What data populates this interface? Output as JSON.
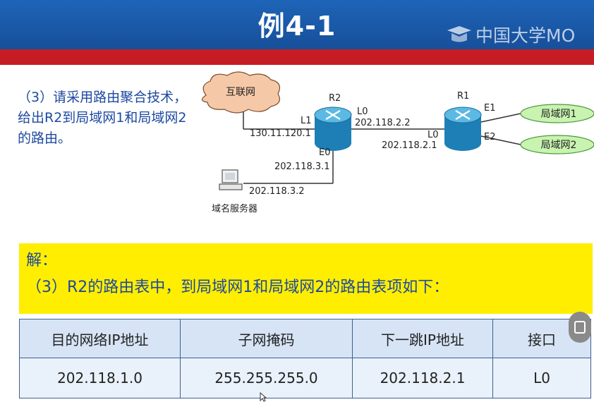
{
  "header": {
    "title": "例4-1",
    "watermark": "中国大学MO",
    "watermark_icon": "mooc-logo-icon"
  },
  "question": {
    "text": "（3）请采用路由聚合技术，给出R2到局域网1和局域网2的路由。"
  },
  "diagram": {
    "internet_label": "互联网",
    "r2_label": "R2",
    "r1_label": "R1",
    "r2_l1": "L1",
    "r2_l1_ip": "130.11.120.1",
    "r2_l0": "L0",
    "r2_l0_ip": "202.118.2.2",
    "r2_e0": "E0",
    "r2_e0_ip": "202.118.3.1",
    "r1_l0": "L0",
    "r1_l0_ip": "202.118.2.1",
    "r1_e1": "E1",
    "r1_e2": "E2",
    "lan1_label": "局域网1",
    "lan2_label": "局域网2",
    "dns_ip": "202.118.3.2",
    "dns_label": "域名服务器"
  },
  "answer": {
    "line1": "解：",
    "line2": "（3）R2的路由表中，到局域网1和局域网2的路由表项如下："
  },
  "table": {
    "headers": [
      "目的网络IP地址",
      "子网掩码",
      "下一跳IP地址",
      "接口"
    ],
    "rows": [
      [
        "202.118.1.0",
        "255.255.255.0",
        "202.118.2.1",
        "L0"
      ]
    ]
  },
  "colors": {
    "header_blue": "#1a5aa8",
    "stripe_red": "#c61d24",
    "answer_yellow": "#ffee00",
    "text_blue": "#1d49a0",
    "lan_green": "#c9f3b0"
  }
}
